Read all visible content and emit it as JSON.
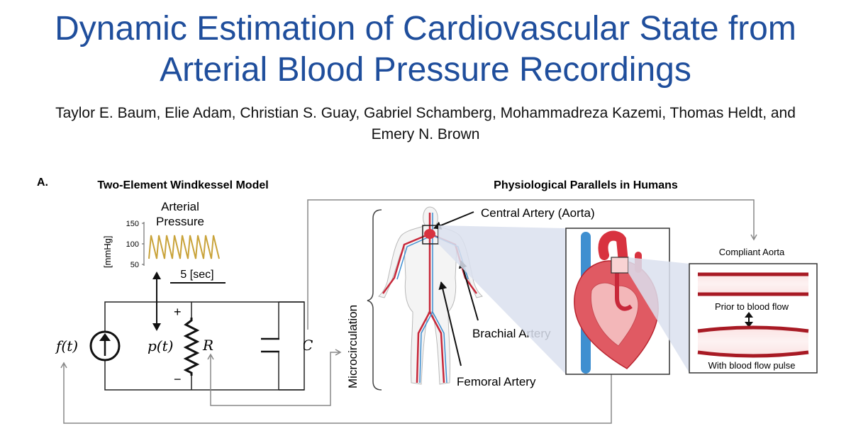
{
  "title_line1": "Dynamic Estimation of Cardiovascular State from",
  "title_line2": "Arterial Blood Pressure Recordings",
  "authors_line1": "Taylor E. Baum, Elie Adam, Christian S. Guay, Gabriel Schamberg, Mohammadreza Kazemi, Thomas Heldt, and",
  "authors_line2": "Emery N. Brown",
  "figure": {
    "panel_label": "A.",
    "left_heading": "Two-Element Windkessel Model",
    "right_heading": "Physiological Parallels in Humans",
    "pressure_label_1": "Arterial",
    "pressure_label_2": "Pressure",
    "y_unit": "[mmHg]",
    "y_ticks": [
      "150",
      "100",
      "50"
    ],
    "time_scale": "5 [sec]",
    "flow_symbol": "f(t)",
    "pressure_symbol": "p(t)",
    "resistance_symbol": "R",
    "capacitance_symbol": "C",
    "plus": "+",
    "minus": "−",
    "microcirculation": "Microcirculation",
    "central_artery": "Central Artery (Aorta)",
    "brachial_artery": "Brachial Artery",
    "femoral_artery": "Femoral Artery",
    "compliant_aorta": "Compliant Aorta",
    "prior_flow": "Prior to blood flow",
    "with_flow": "With blood flow pulse",
    "colors": {
      "title": "#1f4e9c",
      "waveform": "#c9a33a",
      "artery": "#c8283a",
      "vein": "#3f8fd0"
    }
  }
}
